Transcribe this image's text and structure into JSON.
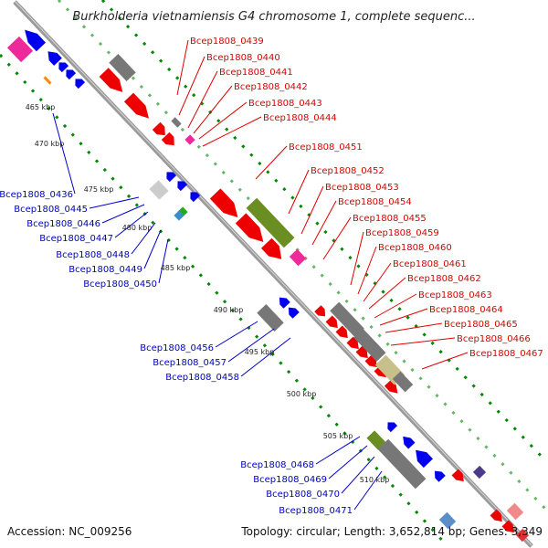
{
  "title": "Burkholderia vietnamiensis G4 chromosome 1, complete sequenc...",
  "accession": "Accession: NC_009256",
  "topology": "Topology: circular; Length: 3,652,814 bp; Genes: 3,349",
  "colors": {
    "forward": "#ee0000",
    "reverse": "#0000ee",
    "backbone": "#999999",
    "dots": "#008800",
    "gray_feature": "#777777",
    "olive_feature": "#6b8e23",
    "magenta_feature": "#ee2a9a",
    "khaki_feature": "#c8c08a"
  },
  "scale_ticks": [
    "465 kbp",
    "470 kbp",
    "475 kbp",
    "480 kbp",
    "485 kbp",
    "490 kbp",
    "495 kbp",
    "500 kbp",
    "505 kbp",
    "510 kbp"
  ],
  "forward_labels": [
    "Bcep1808_0439",
    "Bcep1808_0440",
    "Bcep1808_0441",
    "Bcep1808_0442",
    "Bcep1808_0443",
    "Bcep1808_0444",
    "Bcep1808_0451",
    "Bcep1808_0452",
    "Bcep1808_0453",
    "Bcep1808_0454",
    "Bcep1808_0455",
    "Bcep1808_0459",
    "Bcep1808_0460",
    "Bcep1808_0461",
    "Bcep1808_0462",
    "Bcep1808_0463",
    "Bcep1808_0464",
    "Bcep1808_0465",
    "Bcep1808_0466",
    "Bcep1808_0467"
  ],
  "reverse_labels": [
    "Bcep1808_0436",
    "Bcep1808_0445",
    "Bcep1808_0446",
    "Bcep1808_0447",
    "Bcep1808_0448",
    "Bcep1808_0449",
    "Bcep1808_0450",
    "Bcep1808_0456",
    "Bcep1808_0457",
    "Bcep1808_0458",
    "Bcep1808_0468",
    "Bcep1808_0469",
    "Bcep1808_0470",
    "Bcep1808_0471"
  ]
}
